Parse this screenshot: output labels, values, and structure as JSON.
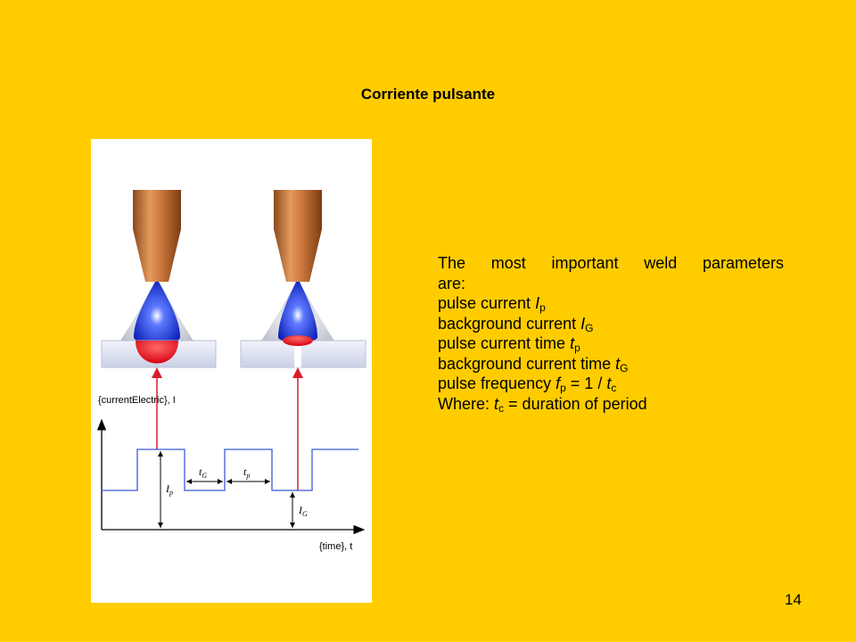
{
  "slide": {
    "title": "Corriente pulsante",
    "page_number": "14"
  },
  "figure": {
    "y_axis_label": "{currentElectric}, I",
    "x_axis_label": "{time}, t",
    "symbols": {
      "Ip_base": "I",
      "Ip_sub": "p",
      "IG_base": "I",
      "IG_sub": "G",
      "tG_base": "t",
      "tG_sub": "G",
      "tp_base": "t",
      "tp_sub": "p"
    },
    "colors": {
      "electrode": "#B5652F",
      "arc": "#1F3FE0",
      "droplet": "#E8101A",
      "plate": "#DCE0F0",
      "waveform": "#3A5BD8",
      "arrow": "#D81E28"
    }
  },
  "parameters": {
    "intro_line1": "The most important weld parameters",
    "intro_line2": "are:",
    "items": [
      {
        "text": "pulse current ",
        "sym": "I",
        "sub": "p",
        "rest": ""
      },
      {
        "text": "background current ",
        "sym": "I",
        "sub": "G",
        "rest": ""
      },
      {
        "text": "pulse current time ",
        "sym": "t",
        "sub": "p",
        "rest": ""
      },
      {
        "text": "background current time ",
        "sym": "t",
        "sub": "G",
        "rest": ""
      },
      {
        "text": "pulse frequency ",
        "sym": "f",
        "sub": "p",
        "rest": " = 1 / ",
        "sym2": "t",
        "sub2": "c"
      },
      {
        "text": "Where: ",
        "sym": "t",
        "sub": "c",
        "rest": " = duration of period"
      }
    ]
  }
}
